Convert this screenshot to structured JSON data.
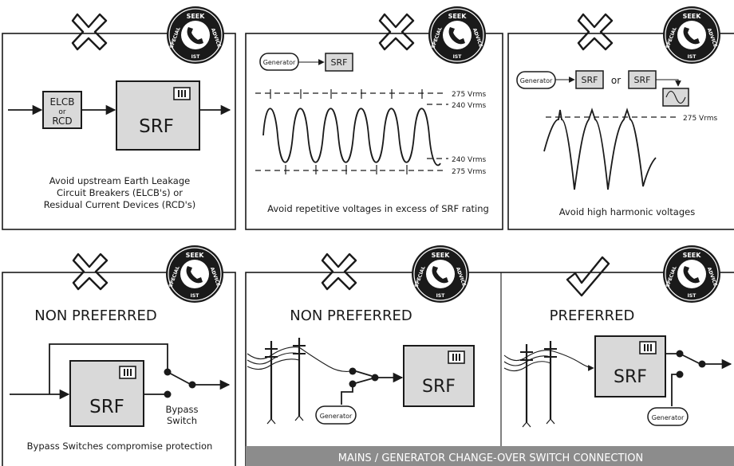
{
  "colors": {
    "ink": "#1a1a1a",
    "box_fill": "#d9d9d9",
    "banner_fill": "#8c8c8c",
    "banner_text": "#ffffff"
  },
  "icons": {
    "cross": "cross-icon",
    "check": "check-icon",
    "advice_badge": "specialist-advice-badge"
  },
  "badge_text": "SEEK SPECIALIST ADVICE",
  "srf": "SRF",
  "phase_mark": "III",
  "panels": {
    "elcb": {
      "box_line1": "ELCB",
      "box_line2": "or",
      "box_line3": "RCD",
      "caption_line1": "Avoid upstream Earth Leakage",
      "caption_line2": "Circuit Breakers (ELCB's) or",
      "caption_line3": "Residual Current Devices (RCD's)"
    },
    "repetitive": {
      "generator": "Generator",
      "top_label_1": "275 Vrms",
      "top_label_2": "240 Vrms",
      "bottom_label_1": "240 Vrms",
      "bottom_label_2": "275 Vrms",
      "caption": "Avoid repetitive voltages in excess of SRF rating"
    },
    "harmonic": {
      "generator": "Generator",
      "or": "or",
      "level_label": "275 Vrms",
      "caption": "Avoid high harmonic voltages"
    },
    "bypass": {
      "heading": "NON PREFERRED",
      "switch_line1": "Bypass",
      "switch_line2": "Switch",
      "caption": "Bypass Switches compromise protection"
    },
    "changeover_bad": {
      "heading": "NON PREFERRED",
      "generator": "Generator"
    },
    "changeover_good": {
      "heading": "PREFERRED",
      "generator": "Generator"
    },
    "banner": "MAINS / GENERATOR CHANGE-OVER SWITCH CONNECTION"
  }
}
